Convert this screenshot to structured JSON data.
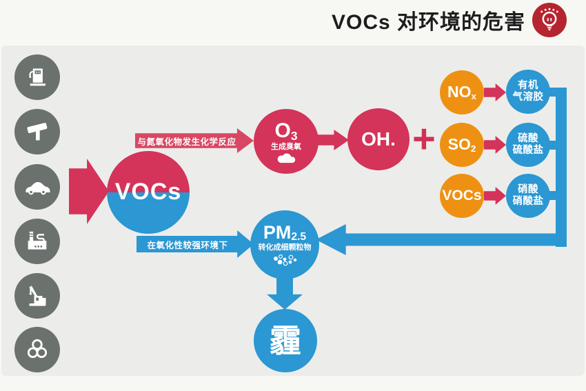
{
  "title": {
    "text": "VOCs 对环境的危害",
    "icon": "lightbulb-icon"
  },
  "palette": {
    "red": "#d4335a",
    "blue": "#2b97d3",
    "orange": "#ee9113",
    "icon_gray": "#6b716d",
    "canvas_bg": "#ecedea",
    "title_badge_red": "#b5252f"
  },
  "source_icons": [
    "gas-pump",
    "paint-roller",
    "car",
    "factory",
    "crane",
    "biohazard"
  ],
  "flow": {
    "vocs_label": "VOCs",
    "top_arrow_label": "与氮氧化物发生化学反应",
    "bottom_arrow_label": "在氧化性较强环境下",
    "o3": {
      "base": "O",
      "sub": "3",
      "caption": "生成臭氧"
    },
    "oh_label": "OH.",
    "plus_sign": "+",
    "pm25": {
      "base": "PM",
      "sub": "2.5",
      "caption": "转化成细颗粒物"
    },
    "haze_label": "霾"
  },
  "reactants": [
    {
      "base": "NO",
      "sub": "x"
    },
    {
      "base": "SO",
      "sub": "2"
    },
    {
      "base": "VOCs",
      "sub": ""
    }
  ],
  "products": [
    {
      "line1": "有机",
      "line2": "气溶胶"
    },
    {
      "line1": "硫酸",
      "line2": "硫酸盐"
    },
    {
      "line1": "硝酸",
      "line2": "硝酸盐"
    }
  ]
}
